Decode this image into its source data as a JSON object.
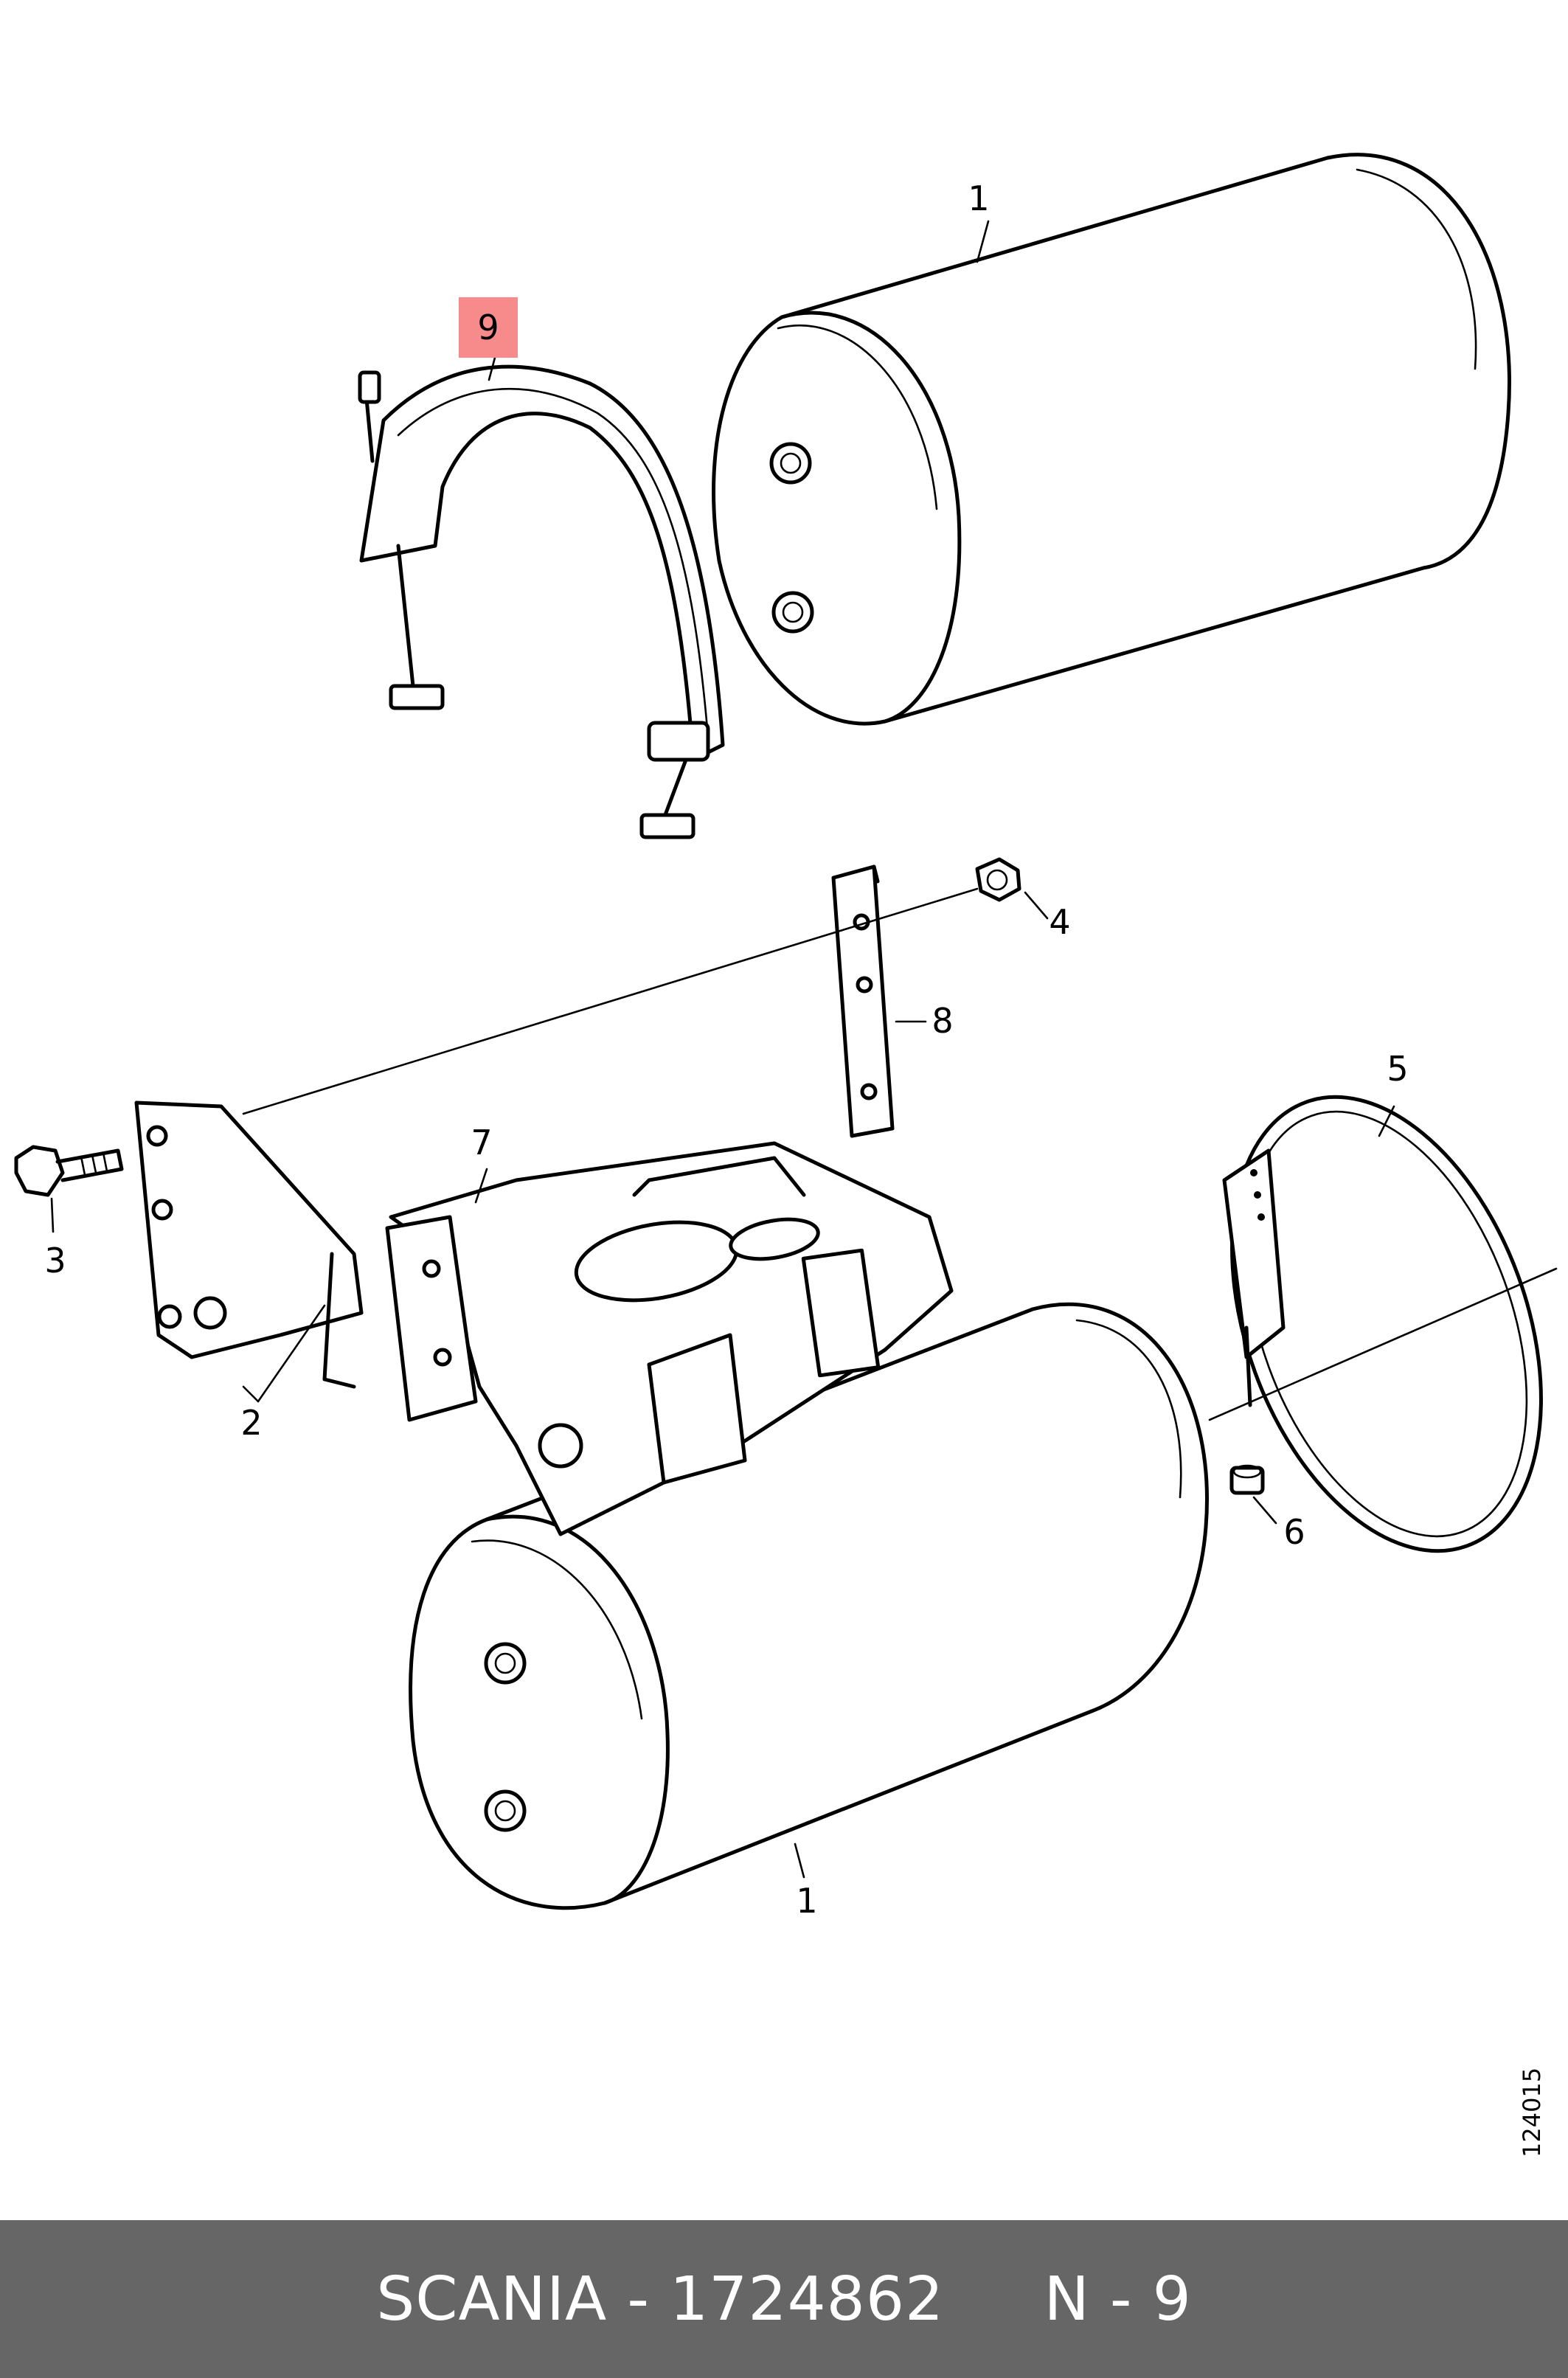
{
  "callouts": [
    {
      "id": "1",
      "label": "1"
    },
    {
      "id": "9",
      "label": "9",
      "highlighted": true
    },
    {
      "id": "4",
      "label": "4"
    },
    {
      "id": "8",
      "label": "8"
    },
    {
      "id": "5",
      "label": "5"
    },
    {
      "id": "7",
      "label": "7"
    },
    {
      "id": "3",
      "label": "3"
    },
    {
      "id": "2",
      "label": "2"
    },
    {
      "id": "6",
      "label": "6"
    },
    {
      "id": "1b",
      "label": "1"
    }
  ],
  "drawing_number": "124015",
  "footer": {
    "brand": "SCANIA",
    "separator": " - ",
    "part_number": "1724862",
    "position_label": "N - 9"
  },
  "colors": {
    "highlight": "#f78a8a",
    "footer_background": "#666666",
    "footer_text": "#ffffff"
  }
}
